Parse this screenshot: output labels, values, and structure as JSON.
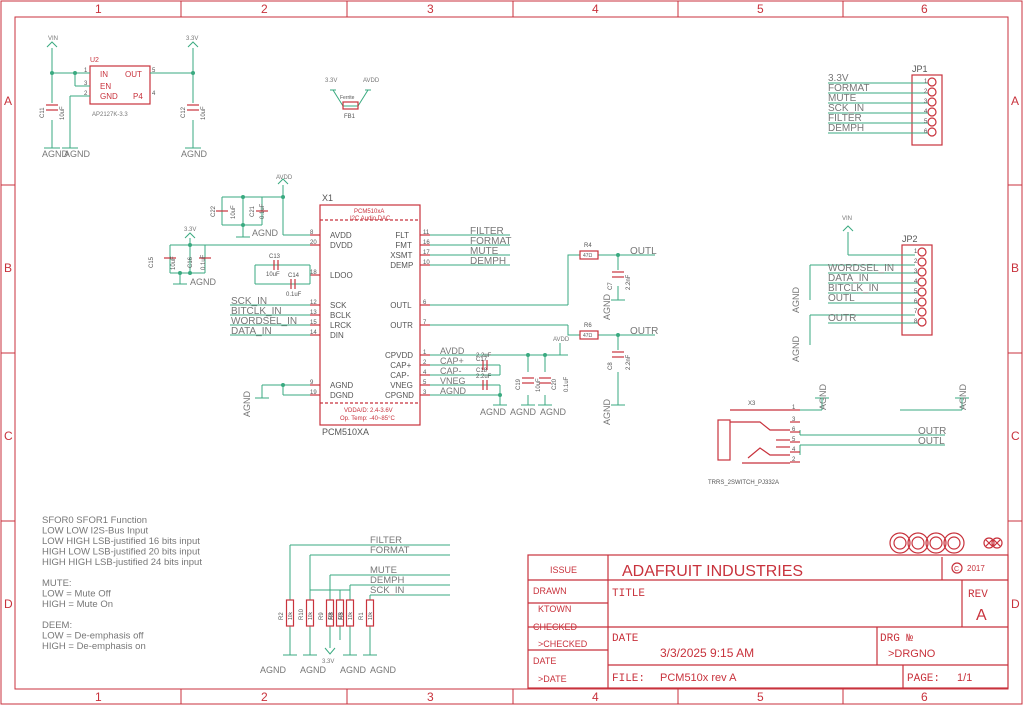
{
  "frame": {
    "columns": [
      "1",
      "2",
      "3",
      "4",
      "5",
      "6"
    ],
    "rows": [
      "A",
      "B",
      "C",
      "D"
    ]
  },
  "title_block": {
    "company": "ADAFRUIT INDUSTRIES",
    "copyright": "2017",
    "issue_label": "ISSUE",
    "drawn_label": "DRAWN",
    "drawn_value": "KTOWN",
    "checked_label": "CHECKED",
    "checked_value": ">CHECKED",
    "date_label": "DATE",
    "date_value": ">DATE",
    "title_label": "TITLE",
    "rev_label": "REV",
    "rev_value": "A",
    "date_big_label": "DATE",
    "date_big_value": "3/3/2025 9:15 AM",
    "drg_label": "DRG №",
    "drg_value": ">DRGNO",
    "file_label": "FILE:",
    "file_value": "PCM510x rev A",
    "page_label": "PAGE:",
    "page_value": "1/1"
  },
  "regulator": {
    "ref": "U2",
    "part": "AP2127K-3.3",
    "pin_in": "IN",
    "pin_en": "EN",
    "pin_gnd": "GND",
    "pin_out": "OUT",
    "pin_p4": "P4",
    "n1": "1",
    "n3": "3",
    "n2": "2",
    "n5": "5",
    "n4": "4",
    "vin": "VIN",
    "v33": "3.3V",
    "c11": "C11",
    "c11v": "10uF",
    "c12": "C12",
    "c12v": "10uF",
    "agnd": "AGND"
  },
  "ferrite": {
    "ref": "FB1",
    "label": "Ferrite",
    "v33": "3.3V",
    "avdd": "AVDD"
  },
  "dac": {
    "ref": "X1",
    "value": "PCM510XA",
    "title1": "PCM510xA",
    "title2": "I2C Audio DAC",
    "foot1": "VDDA/D: 2.4-3.6V",
    "foot2": "Op. Temp: -40~85°C",
    "left_pins": [
      {
        "name": "AVDD",
        "num": "8"
      },
      {
        "name": "DVDD",
        "num": "20"
      },
      {
        "name": "LDOO",
        "num": "18"
      },
      {
        "name": "SCK",
        "num": "12"
      },
      {
        "name": "BCLK",
        "num": "13"
      },
      {
        "name": "LRCK",
        "num": "15"
      },
      {
        "name": "DIN",
        "num": "14"
      },
      {
        "name": "AGND",
        "num": "9"
      },
      {
        "name": "DGND",
        "num": "19"
      }
    ],
    "right_pins": [
      {
        "name": "FLT",
        "num": "11"
      },
      {
        "name": "FMT",
        "num": "16"
      },
      {
        "name": "XSMT",
        "num": "17"
      },
      {
        "name": "DEMP",
        "num": "10"
      },
      {
        "name": "OUTL",
        "num": "6"
      },
      {
        "name": "OUTR",
        "num": "7"
      },
      {
        "name": "CPVDD",
        "num": "1"
      },
      {
        "name": "CAP+",
        "num": "2"
      },
      {
        "name": "CAP-",
        "num": "4"
      },
      {
        "name": "VNEG",
        "num": "5"
      },
      {
        "name": "CPGND",
        "num": "3"
      }
    ],
    "right_nets": [
      "FILTER",
      "FORMAT",
      "MUTE",
      "DEMPH"
    ],
    "left_nets": [
      "SCK_IN",
      "BITCLK_IN",
      "WORDSEL_IN",
      "DATA_IN"
    ],
    "cp_nets": [
      "AVDD",
      "CAP+",
      "CAP-",
      "VNEG",
      "AGND"
    ]
  },
  "passives": {
    "c22": "C22",
    "c22v": "10uF",
    "c21": "C21",
    "c21v": "0.1uF",
    "c15": "C15",
    "c15v": "10uF",
    "c16": "C16",
    "c16v": "0.1uF",
    "c13": "C13",
    "c13v": "10uF",
    "c14": "C14",
    "c14v": "0.1uF",
    "c17": "C17",
    "c17v": "2.2uF",
    "c18": "C18",
    "c18v": "2.2uF",
    "c19": "C19",
    "c19v": "10uF",
    "c20": "C20",
    "c20v": "0.1uF",
    "c7": "C7",
    "c7v": "2.2nF",
    "c8": "C8",
    "c8v": "2.2nF",
    "r4": "R4",
    "r4v": "47Ω",
    "r6": "R6",
    "r6v": "47Ω",
    "avdd": "AVDD",
    "v33": "3.3V",
    "agnd": "AGND",
    "outl": "OUTL",
    "outr": "OUTR"
  },
  "jp1": {
    "ref": "JP1",
    "labels": [
      "3.3V",
      "FORMAT",
      "MUTE",
      "SCK_IN",
      "FILTER",
      "DEMPH"
    ],
    "nums": [
      "1",
      "2",
      "3",
      "4",
      "5",
      "6"
    ]
  },
  "jp2": {
    "ref": "JP2",
    "vin": "VIN",
    "labels": [
      "",
      "",
      "WORDSEL_IN",
      "DATA_IN",
      "BITCLK_IN",
      "OUTL",
      "",
      "OUTR"
    ],
    "nums": [
      "1",
      "2",
      "3",
      "4",
      "5",
      "6",
      "7",
      "8"
    ],
    "agnd": "AGND"
  },
  "jack": {
    "ref": "X3",
    "part": "TRRS_2SWITCH_PJ332A",
    "nums": [
      "1",
      "3",
      "6",
      "5",
      "4",
      "2"
    ],
    "outr": "OUTR",
    "outl": "OUTL",
    "agnd": "AGND"
  },
  "notes": {
    "lines": [
      "SFOR0   SFOR1   Function",
      "LOW      LOW     I2S-Bus Input",
      "LOW      HIGH    LSB-justified 16 bits input",
      "HIGH     LOW     LSB-justified 20 bits input",
      "HIGH     HIGH    LSB-justified 24 bits input",
      "",
      "MUTE:",
      "LOW = Mute Off",
      "HIGH = Mute On",
      "",
      "DEEM:",
      "LOW = De-emphasis off",
      "HIGH = De-emphasis on"
    ]
  },
  "pullups": {
    "nets": [
      "FILTER",
      "FORMAT",
      "MUTE",
      "DEMPH",
      "SCK_IN"
    ],
    "refs": [
      "R2",
      "R10",
      "R9",
      "R8",
      "R5",
      "R1"
    ],
    "value": "10k",
    "v33": "3.3V",
    "agnd": "AGND"
  }
}
